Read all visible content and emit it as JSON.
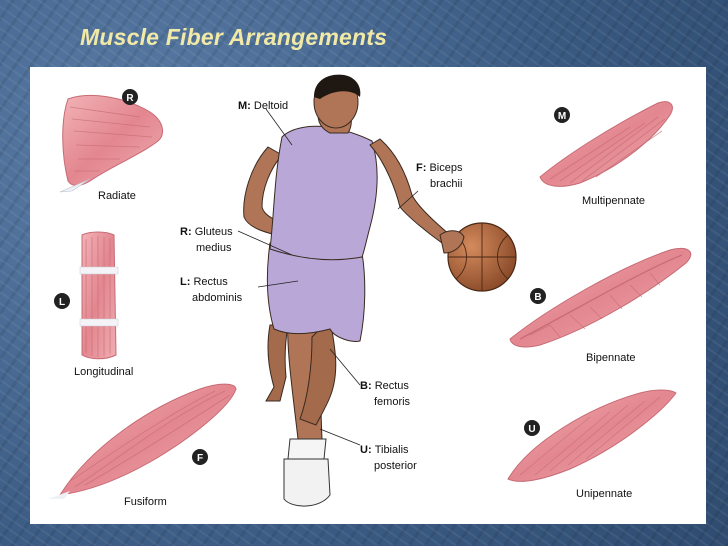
{
  "title": "Muscle Fiber Arrangements",
  "muscle_types": [
    {
      "badge": "R",
      "name": "Radiate"
    },
    {
      "badge": "L",
      "name": "Longitudinal"
    },
    {
      "badge": "F",
      "name": "Fusiform"
    },
    {
      "badge": "M",
      "name": "Multipennate"
    },
    {
      "badge": "B",
      "name": "Bipennate"
    },
    {
      "badge": "U",
      "name": "Unipennate"
    }
  ],
  "body_labels": [
    {
      "key": "M",
      "line1": "Deltoid",
      "line2": ""
    },
    {
      "key": "F",
      "line1": "Biceps",
      "line2": "brachii"
    },
    {
      "key": "R",
      "line1": "Gluteus",
      "line2": "medius"
    },
    {
      "key": "L",
      "line1": "Rectus",
      "line2": "abdominis"
    },
    {
      "key": "B",
      "line1": "Rectus",
      "line2": "femoris"
    },
    {
      "key": "U",
      "line1": "Tibialis",
      "line2": "posterior"
    }
  ],
  "colors": {
    "title": "#f1e9a6",
    "muscle": "#e99aa0",
    "muscle_dark": "#c76a74",
    "shirt": "#b9a7d8",
    "ball": "#a7603a",
    "badge": "#222222"
  }
}
